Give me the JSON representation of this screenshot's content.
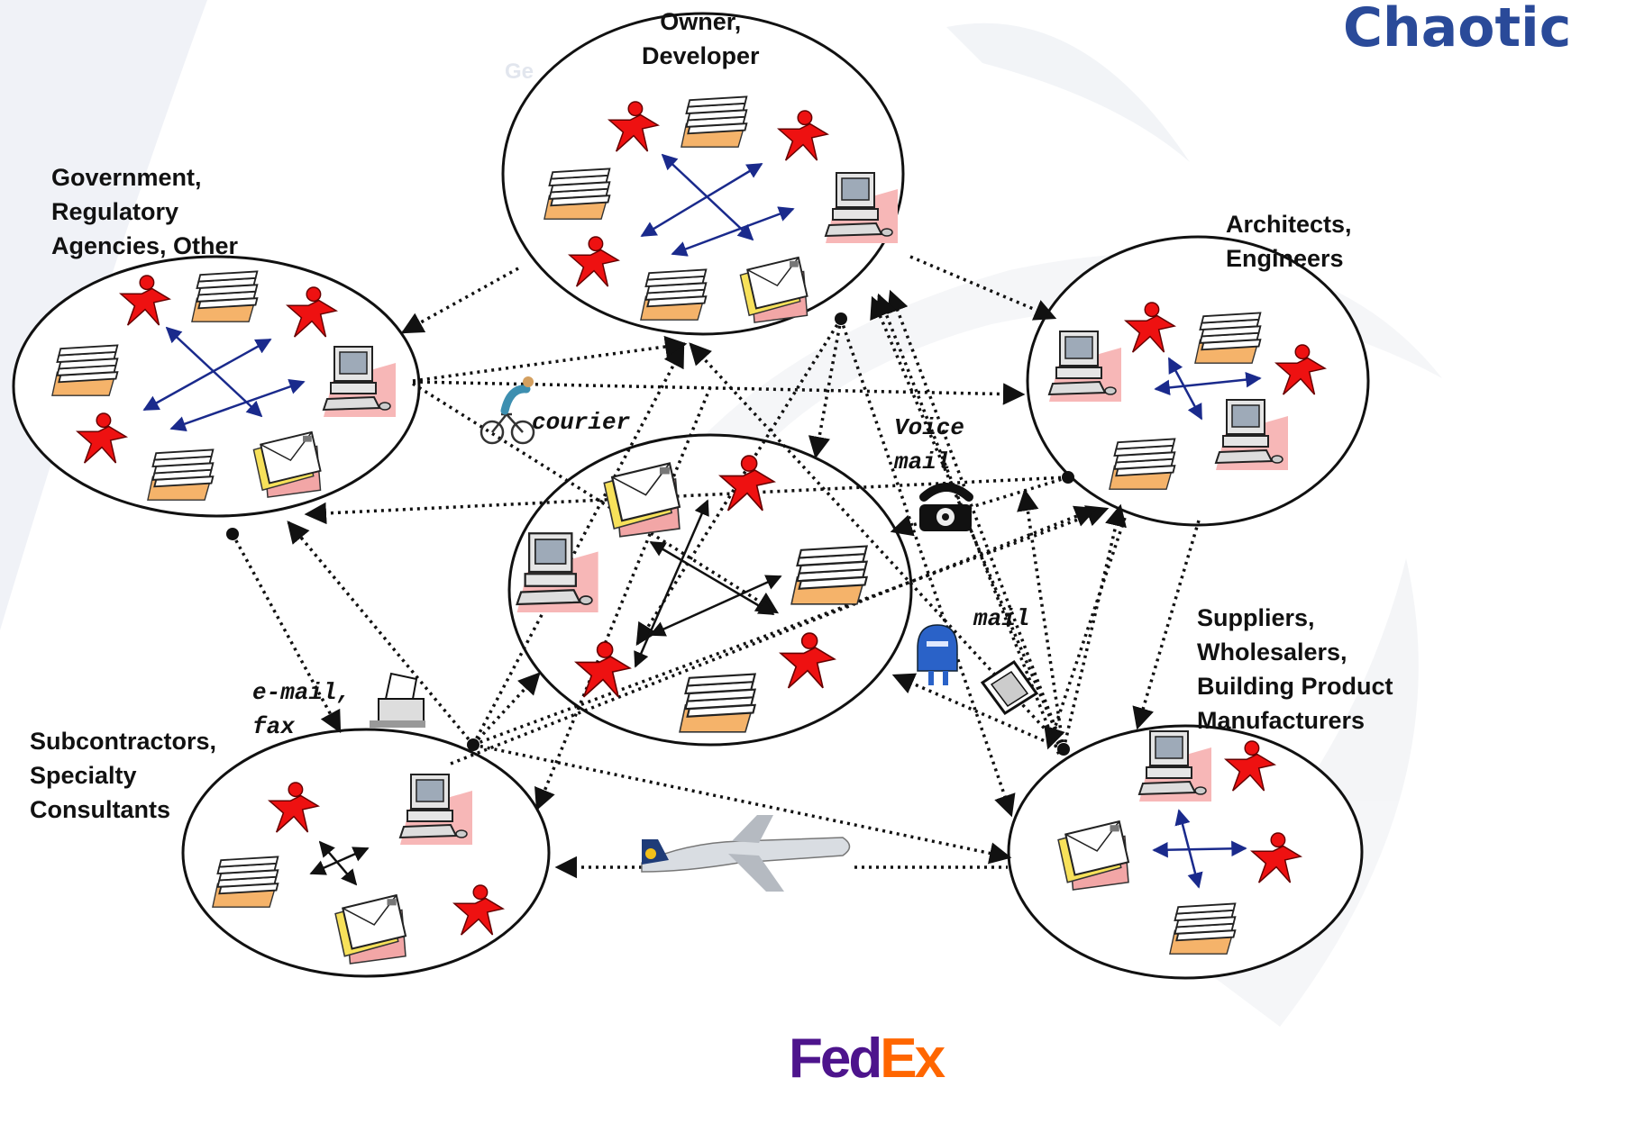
{
  "title": "Chaotic",
  "ghost_text": "Ge",
  "groups": {
    "owner": "Owner,\nDeveloper",
    "government": "Government,\nRegulatory\nAgencies, Other",
    "architects": "Architects,\nEngineers",
    "suppliers": "Suppliers,\nWholesalers,\nBuilding Product\nManufacturers",
    "subcontractors": "Subcontractors,\nSpecialty\nConsultants"
  },
  "channels": {
    "courier": "courier",
    "voice_mail": "Voice\nmail",
    "mail": "mail",
    "email_fax": "e-mail,\nfax"
  },
  "logo": {
    "fed": "Fed",
    "ex": "Ex"
  },
  "colors": {
    "heading": "#2a4a99",
    "person": "#ee1111",
    "arrow_inner": "#1a2a8c",
    "connector": "#111111",
    "fedex_purple": "#4d148c",
    "fedex_orange": "#ff6600"
  }
}
